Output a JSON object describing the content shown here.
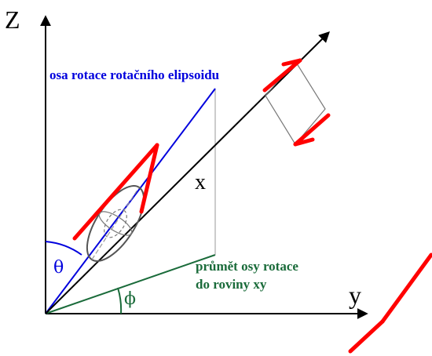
{
  "labels": {
    "z_axis": "Z",
    "y_axis": "y",
    "x_vector": "x",
    "theta": "θ",
    "phi": "ϕ",
    "rotation_axis_caption": "osa rotace rotačního elipsoidu",
    "projection_caption_line1": "průmět osy rotace",
    "projection_caption_line2": "do roviny xy"
  },
  "colors": {
    "axes": "#000000",
    "rotation_axis": "#0000dd",
    "projection": "#1a6b3a",
    "arrows": "#ff0000",
    "guides": "#9a9a9a",
    "ellipsoid": "#555555"
  }
}
